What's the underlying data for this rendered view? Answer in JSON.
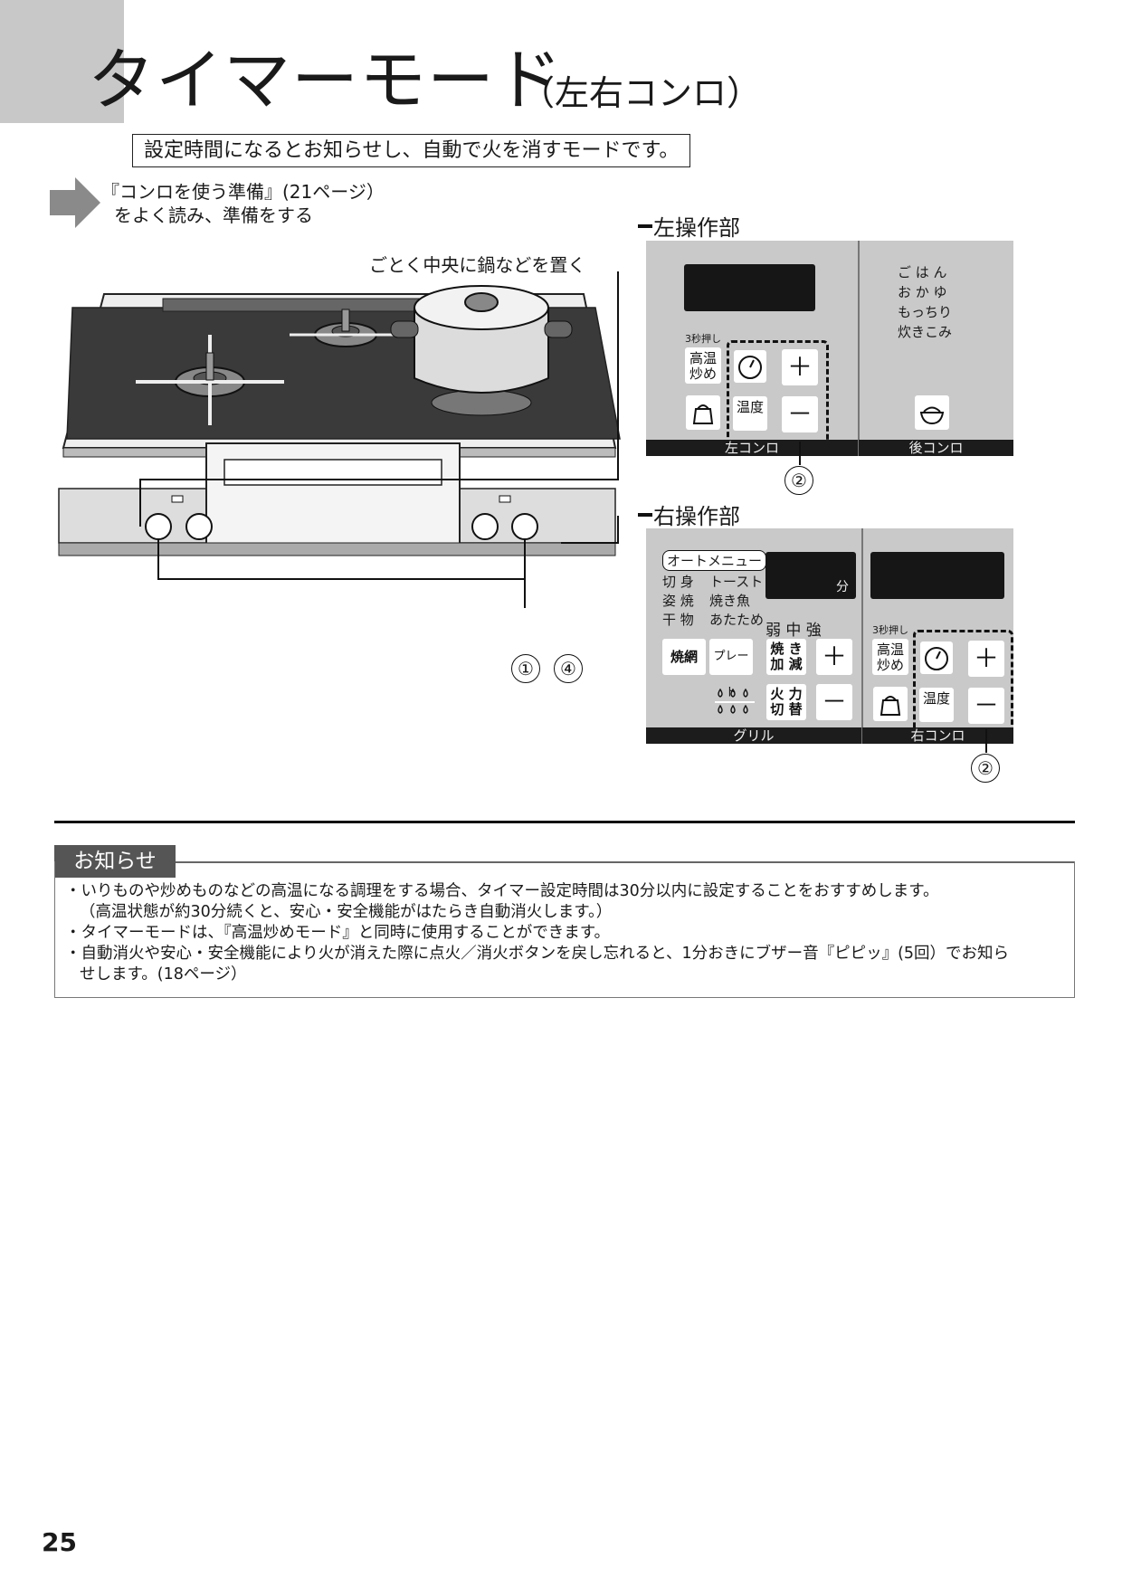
{
  "header": {
    "title_main": "タイマーモード",
    "title_sub": "（左右コンロ）",
    "lead": "設定時間になるとお知らせし、自動で火を消すモードです。"
  },
  "prep": {
    "line1": "『コンロを使う準備』(21ページ）",
    "line2": "をよく読み、準備をする"
  },
  "illustration": {
    "pot_label": "ごとく中央に鍋などを置く",
    "callout_left": "左操作部",
    "callout_right": "右操作部",
    "marker_1": "①",
    "marker_4": "④",
    "marker_2": "②"
  },
  "left_panel": {
    "menu_items": [
      "ご は ん",
      "お か ゆ",
      "もっちり",
      "炊きこみ"
    ],
    "three_sec": "3秒押し",
    "high_temp_btn": "高温\n炒め",
    "temp_btn": "温度",
    "plus": "＋",
    "minus": "－",
    "bar_left": "左コンロ",
    "bar_right": "後コンロ"
  },
  "right_panel": {
    "auto_menu": "オートメニュー",
    "menu_items": [
      "切 身",
      "トースト",
      "姿 焼",
      "焼き魚",
      "干 物",
      "あたため"
    ],
    "display_unit": "分",
    "strength": "弱 中 強",
    "grill_net": "焼網",
    "plate": "プレート",
    "yaki_btn": "焼 き\n加 減",
    "fire_btn": "火 力\n切 替",
    "three_sec": "3秒押し",
    "high_temp_btn": "高温\n炒め",
    "temp_btn": "温度",
    "plus": "＋",
    "minus": "－",
    "bar_left": "グリル",
    "bar_right": "右コンロ"
  },
  "notice": {
    "title": "お知らせ",
    "lines": [
      "・いりものや炒めものなどの高温になる調理をする場合、タイマー設定時間は30分以内に設定することをおすすめします。",
      "（高温状態が約30分続くと、安心・安全機能がはたらき自動消火します。）",
      "・タイマーモードは、『高温炒めモード』と同時に使用することができます。",
      "・自動消火や安心・安全機能により火が消えた際に点火／消火ボタンを戻し忘れると、1分おきにブザー音『ピピッ』(5回）でお知ら",
      "せします。(18ページ）"
    ]
  },
  "page_number": "25",
  "colors": {
    "panel": "#c9c9c9",
    "bar": "#1c1c1c",
    "tab": "#c8c8c8"
  }
}
